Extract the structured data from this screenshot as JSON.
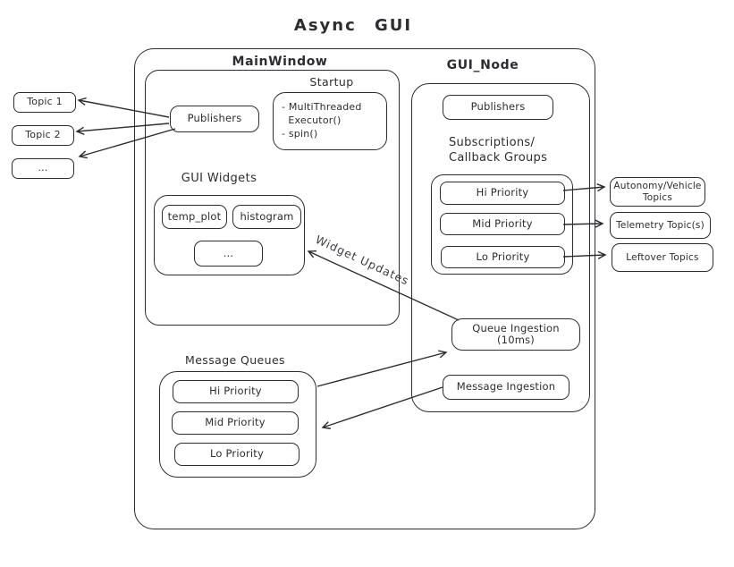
{
  "title": "Async GUI",
  "colors": {
    "stroke": "#2b2d31",
    "background": "#ffffff"
  },
  "main_window": {
    "label": "MainWindow",
    "publishers_label": "Publishers",
    "startup": {
      "label": "Startup",
      "body": "- MultiThreaded\n  Executor()\n- spin()"
    },
    "gui_widgets": {
      "label": "GUI Widgets",
      "widgets": [
        "temp_plot",
        "histogram",
        "..."
      ]
    },
    "message_queues": {
      "label": "Message Queues",
      "queues": [
        "Hi Priority",
        "Mid Priority",
        "Lo Priority"
      ]
    }
  },
  "gui_node": {
    "label": "GUI_Node",
    "publishers_label": "Publishers",
    "subscriptions": {
      "label": "Subscriptions/\nCallback Groups",
      "groups": [
        "Hi Priority",
        "Mid Priority",
        "Lo Priority"
      ]
    },
    "queue_ingestion_label": "Queue Ingestion (10ms)",
    "message_ingestion_label": "Message Ingestion"
  },
  "external_topics_left": [
    "Topic 1",
    "Topic 2",
    "..."
  ],
  "external_topics_right": [
    "Autonomy/Vehicle Topics",
    "Telemetry Topic(s)",
    "Leftover Topics"
  ],
  "edge_labels": {
    "widget_updates": "Widget Updates"
  }
}
